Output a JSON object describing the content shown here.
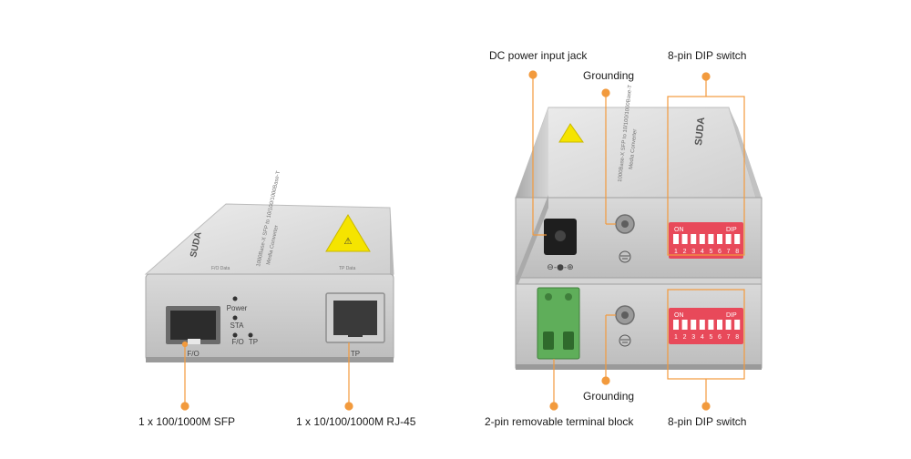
{
  "callouts": {
    "sfp": "1 x 100/1000M SFP",
    "rj45": "1 x 10/100/1000M RJ-45",
    "dc_power": "DC power input jack",
    "grounding_top": "Grounding",
    "dip_top": "8-pin DIP switch",
    "terminal": "2-pin removable terminal block",
    "grounding_bottom": "Grounding",
    "dip_bottom": "8-pin DIP switch"
  },
  "front_panel": {
    "led_power": "Power",
    "led_sta": "STA",
    "led_fo": "F/O",
    "led_tp": "TP",
    "port_fo": "F/O",
    "port_tp": "TP",
    "top_print": "1000Base-X SFP to 10/100/1000Base-T",
    "top_print_2": "Media Converter",
    "brand": "SUDA",
    "top_fo": "F/O Data",
    "top_tp": "TP Data"
  },
  "rear_panel": {
    "dip_on": "ON",
    "dip_label": "DIP",
    "dip_numbers": [
      "1",
      "2",
      "3",
      "4",
      "5",
      "6",
      "7",
      "8"
    ],
    "brand": "SUDA",
    "top_print": "1000Base-X SFP to 10/100/1000Base-T",
    "top_print_2": "Media Converter"
  },
  "colors": {
    "accent": "#f29a3d",
    "dip_red": "#e8495a",
    "terminal_green": "#5fae5a",
    "warning_yellow": "#f5e400"
  }
}
